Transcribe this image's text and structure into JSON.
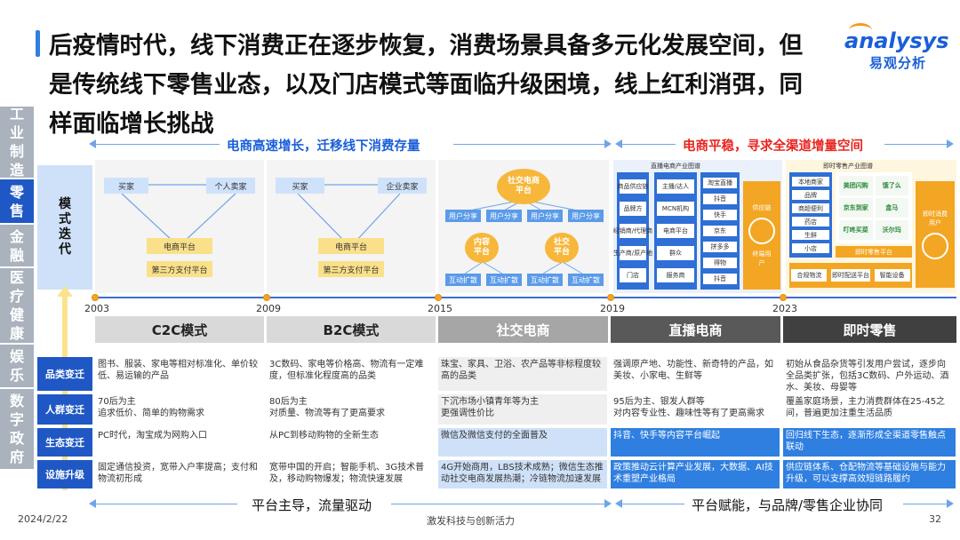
{
  "title": "后疫情时代，线下消费正在逐步恢复，消费场景具备多元化发展空间，但是传统线下零售业态，以及门店模式等面临升级困境，线上红利消弭，同样面临增长挑战",
  "logo": {
    "en": "nalysys",
    "cn": "易观分析"
  },
  "sidebar": [
    {
      "label": "工业制造",
      "color": "#a9b2bd"
    },
    {
      "label": "零售",
      "color": "#1f58c4"
    },
    {
      "label": "金融",
      "color": "#a9b2bd"
    },
    {
      "label": "医疗健康",
      "color": "#a9b2bd"
    },
    {
      "label": "娱乐",
      "color": "#a9b2bd"
    },
    {
      "label": "数字政府",
      "color": "#a9b2bd"
    }
  ],
  "phases": {
    "left": "电商高速增长，迁移线下消费存量",
    "right": "电商平稳，寻求全渠道增量空间"
  },
  "vertical_label": "模式迭代",
  "diagrams": {
    "c2c": {
      "buyer": "买家",
      "seller": "个人卖家",
      "platform": "电商平台",
      "payment": "第三方支付平台"
    },
    "b2c": {
      "buyer": "买家",
      "seller": "企业卖家",
      "platform": "电商平台",
      "payment": "第三方支付平台"
    },
    "social": {
      "top": "社交电商平台",
      "share": [
        "用户分享",
        "用户分享",
        "用户分享",
        "用户分享"
      ],
      "content": "内容平台",
      "community": "社交平台",
      "expand": [
        "互动扩散",
        "互动扩散",
        "互动扩散",
        "互动扩散"
      ]
    },
    "live": {
      "header": "直播电商产业图谱",
      "col1": [
        "商品供应链",
        "品牌方",
        "经销商/代理商",
        "生产商/原产地",
        "门店"
      ],
      "col2": [
        "主播/达人",
        "MCN机构",
        "电商平台",
        "群众",
        "服务商"
      ],
      "col3": [
        "淘宝直播",
        "抖音",
        "快手",
        "京东",
        "拼多多",
        "得物",
        "抖音"
      ],
      "side": "终端用户",
      "side_top": "供应链"
    },
    "instant": {
      "header": "即时零售产业图谱",
      "col1": [
        "本地商家",
        "品牌",
        "商超便利",
        "药店",
        "生鲜",
        "小店"
      ],
      "logos": [
        "美团闪购",
        "饿了么",
        "京东到家",
        "盒马",
        "叮咚买菜",
        "沃尔玛"
      ],
      "bottom": [
        "合规物流",
        "即时配送平台",
        "智能设备"
      ],
      "mid": "即时零售平台",
      "side": "即时消费用户"
    }
  },
  "years": [
    "2003",
    "2009",
    "2015",
    "2019",
    "2023"
  ],
  "modes": [
    "C2C模式",
    "B2C模式",
    "社交电商",
    "直播电商",
    "即时零售"
  ],
  "rows": [
    {
      "label": "品类变迁",
      "cells": [
        "图书、服装、家电等相对标准化、单价较低、易运输的产品",
        "3C数码、家电等价格高、物流有一定难度，但标准化程度高的品类",
        "珠宝、家具、卫浴、农产品等非标程度较高的品类",
        "强调原产地、功能性、新奇特的产品，如美妆、小家电、生鲜等",
        "初始从食品杂货等引发用户尝试，逐步向全品类扩张，包括3C数码、户外运动、酒水、美妆、母婴等"
      ]
    },
    {
      "label": "人群变迁",
      "cells": [
        "70后为主\n追求低价、简单的购物需求",
        "80后为主\n对质量、物流等有了更高要求",
        "下沉市场小镇青年等为主\n更强调性价比",
        "95后为主、银发人群等\n对内容专业性、趣味性等有了更高需求",
        "覆盖家庭场景，主力消费群体在25-45之间，普遍更加注重生活品质"
      ]
    },
    {
      "label": "生态变迁",
      "cells": [
        "PC时代，淘宝成为网购入口",
        "从PC到移动购物的全新生态",
        "微信及微信支付的全面普及",
        "抖音、快手等内容平台崛起",
        "回归线下生态，逐渐形成全渠道零售触点联动"
      ]
    },
    {
      "label": "设施升级",
      "cells": [
        "固定通信投资，宽带入户率提高；支付和物流初形成",
        "宽带中国的开启；智能手机、3G技术普及，移动购物爆发；物流快速发展",
        "4G开始商用，LBS技术成熟；微信生态推动社交电商发展热潮；冷链物流加速发展",
        "政策推动云计算产业发展，大数据、AI技术重塑产业格局",
        "供应链体系、仓配物流等基础设施与能力升级，可以支撑高效短链路履约"
      ]
    }
  ],
  "bottom_phases": {
    "left": "平台主导，流量驱动",
    "right": "平台赋能，与品牌/零售企业协同"
  },
  "footer": {
    "date": "2024/2/22",
    "center": "激发科技与创新活力",
    "page": "32"
  },
  "colors": {
    "accent": "#1f58c4",
    "phase_right": "#e8251f",
    "phase_left": "#1a5fd8",
    "orange": "#f3a623"
  }
}
